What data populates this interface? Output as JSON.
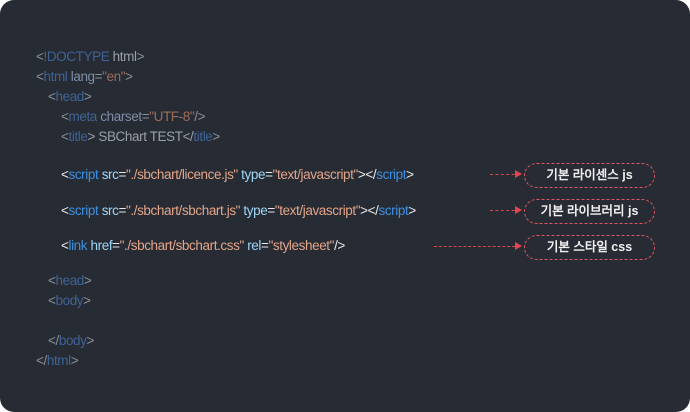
{
  "code_lines": [
    {
      "indent": 0,
      "style": "dim",
      "tokens": [
        {
          "t": "<",
          "c": "b"
        },
        {
          "t": "!DOCTYPE",
          "c": "tag"
        },
        {
          "t": " html",
          "c": "txt"
        },
        {
          "t": ">",
          "c": "b"
        }
      ]
    },
    {
      "indent": 0,
      "style": "dim",
      "tokens": [
        {
          "t": "<",
          "c": "b"
        },
        {
          "t": "html",
          "c": "tag"
        },
        {
          "t": " lang",
          "c": "attr"
        },
        {
          "t": "=",
          "c": "b"
        },
        {
          "t": "\"en\"",
          "c": "str"
        },
        {
          "t": ">",
          "c": "b"
        }
      ]
    },
    {
      "indent": 1,
      "style": "dim",
      "tokens": [
        {
          "t": "<",
          "c": "b"
        },
        {
          "t": "head",
          "c": "tag"
        },
        {
          "t": ">",
          "c": "b"
        }
      ]
    },
    {
      "indent": 2,
      "style": "dim",
      "tokens": [
        {
          "t": "<",
          "c": "b"
        },
        {
          "t": "meta",
          "c": "tag"
        },
        {
          "t": " charset",
          "c": "attr"
        },
        {
          "t": "=",
          "c": "b"
        },
        {
          "t": "\"UTF-8\"",
          "c": "str"
        },
        {
          "t": "/>",
          "c": "b"
        }
      ]
    },
    {
      "indent": 2,
      "style": "dim",
      "tokens": [
        {
          "t": "<",
          "c": "b"
        },
        {
          "t": "title",
          "c": "tag"
        },
        {
          "t": "> SBChart TEST</",
          "c": "txt"
        },
        {
          "t": "title",
          "c": "tag"
        },
        {
          "t": ">",
          "c": "b"
        }
      ]
    },
    {
      "indent": 2,
      "style": "bright",
      "tokens": [
        {
          "t": "<",
          "c": "b"
        },
        {
          "t": "script",
          "c": "tag"
        },
        {
          "t": " src",
          "c": "attr"
        },
        {
          "t": "=",
          "c": "b"
        },
        {
          "t": "\"./sbchart/licence.js\"",
          "c": "str"
        },
        {
          "t": " type",
          "c": "attr"
        },
        {
          "t": "=",
          "c": "b"
        },
        {
          "t": "\"text/javascript\"",
          "c": "str"
        },
        {
          "t": "></",
          "c": "b"
        },
        {
          "t": "script",
          "c": "tag"
        },
        {
          "t": ">",
          "c": "b"
        }
      ]
    },
    {
      "indent": 2,
      "style": "bright",
      "tokens": [
        {
          "t": "<",
          "c": "b"
        },
        {
          "t": "script",
          "c": "tag"
        },
        {
          "t": " src",
          "c": "attr"
        },
        {
          "t": "=",
          "c": "b"
        },
        {
          "t": "\"./sbchart/sbchart.js\"",
          "c": "str"
        },
        {
          "t": " type",
          "c": "attr"
        },
        {
          "t": "=",
          "c": "b"
        },
        {
          "t": "\"text/javascript\"",
          "c": "str"
        },
        {
          "t": "></",
          "c": "b"
        },
        {
          "t": "script",
          "c": "tag"
        },
        {
          "t": ">",
          "c": "b"
        }
      ]
    },
    {
      "indent": 2,
      "style": "bright",
      "tokens": [
        {
          "t": "<",
          "c": "b"
        },
        {
          "t": "link",
          "c": "tag"
        },
        {
          "t": " href",
          "c": "attr"
        },
        {
          "t": "=",
          "c": "b"
        },
        {
          "t": "\"./sbchart/sbchart.css\"",
          "c": "str"
        },
        {
          "t": " rel",
          "c": "attr"
        },
        {
          "t": "=",
          "c": "b"
        },
        {
          "t": "\"stylesheet\"",
          "c": "str"
        },
        {
          "t": "/>",
          "c": "b"
        }
      ]
    },
    {
      "indent": 1,
      "style": "dim",
      "tokens": [
        {
          "t": "<",
          "c": "b"
        },
        {
          "t": "head",
          "c": "tag"
        },
        {
          "t": ">",
          "c": "b"
        }
      ]
    },
    {
      "indent": 1,
      "style": "dim",
      "tokens": [
        {
          "t": "<",
          "c": "b"
        },
        {
          "t": "body",
          "c": "tag"
        },
        {
          "t": ">",
          "c": "b"
        }
      ]
    },
    {
      "indent": 1,
      "style": "dim",
      "tokens": [
        {
          "t": "</",
          "c": "b"
        },
        {
          "t": "body",
          "c": "tag"
        },
        {
          "t": ">",
          "c": "b"
        }
      ]
    },
    {
      "indent": 0,
      "style": "dim",
      "tokens": [
        {
          "t": "</",
          "c": "b"
        },
        {
          "t": "html",
          "c": "tag"
        },
        {
          "t": ">",
          "c": "b"
        }
      ]
    }
  ],
  "annotations": [
    "기본 라이센스 js",
    "기본 라이브러리 js",
    "기본 스타일 css"
  ],
  "colors": {
    "background": "#272b33",
    "annotation_accent": "#e05560"
  }
}
